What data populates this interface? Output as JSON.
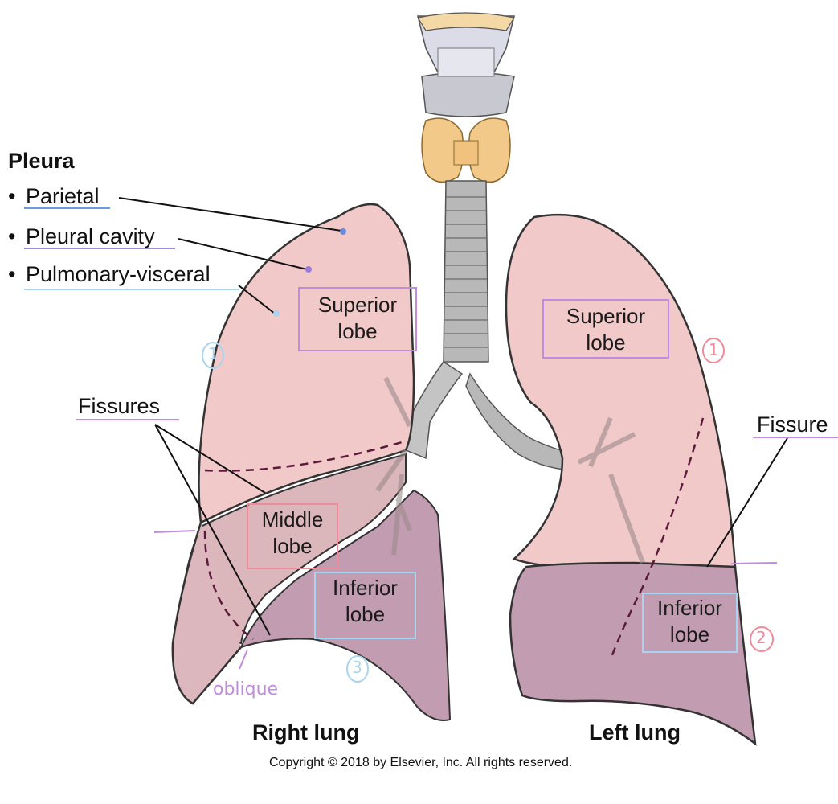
{
  "pleura": {
    "title": "Pleura",
    "items": [
      "Parietal",
      "Pleural cavity",
      "Pulmonary-visceral"
    ],
    "bullet": "•"
  },
  "labels": {
    "fissures": "Fissures",
    "fissure": "Fissure",
    "right_lung": "Right lung",
    "left_lung": "Left lung"
  },
  "lobes": {
    "right_superior": [
      "Superior",
      "lobe"
    ],
    "right_middle": [
      "Middle",
      "lobe"
    ],
    "right_inferior": [
      "Inferior",
      "lobe"
    ],
    "left_superior": [
      "Superior",
      "lobe"
    ],
    "left_inferior": [
      "Inferior",
      "lobe"
    ]
  },
  "annotations": {
    "oblique": "oblique",
    "right_count_1": "1",
    "right_count_3": "3",
    "left_count_1": "1",
    "left_count_2": "2"
  },
  "copyright": "Copyright © 2018 by Elsevier, Inc. All rights reserved.",
  "colors": {
    "upper_lobe": "#f2c9c9",
    "middle_lobe": "#d9b3b8",
    "lower_lobe": "#c09ab0",
    "trachea": "#b5b5b5",
    "thyroid": "#f3c98a",
    "hand_purple": "#c18be0",
    "hand_blue": "#a9d3ee",
    "hand_pink": "#f08a9a"
  }
}
